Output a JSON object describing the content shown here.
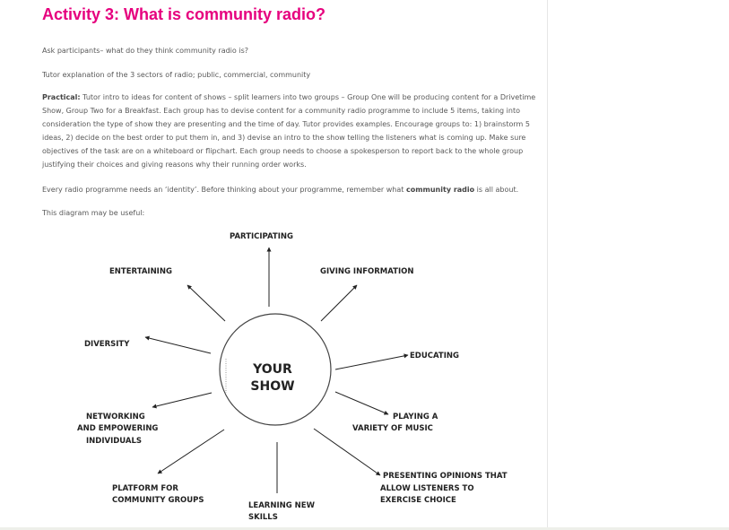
{
  "title": "Activity 3: What is community radio?",
  "p1": "Ask participants– what do they think community radio is?",
  "p2": "Tutor explanation of the 3 sectors of radio; public, commercial, community",
  "p3_label": "Practical:",
  "p3_text": " Tutor intro to ideas for content of shows – split learners into two groups – Group One will be producing content for a Drivetime Show, Group Two for a Breakfast. Each group has to devise content for a community radio programme to include 5 items, taking into consideration the type of show they are presenting and the time of day. Tutor provides examples.  Encourage groups to: 1) brainstorm 5 ideas, 2) decide on the best order to put them in, and 3) devise an intro to the show telling the listeners what is coming up.  Make sure objectives of the task are on a whiteboard or flipchart.  Each group needs to choose a spokesperson to report back to the whole group justifying their choices and giving reasons why their running order works.",
  "p4_a": "Every radio programme needs an ‘identity’.  Before thinking about your programme, remember what ",
  "p4_b": "community radio",
  "p4_c": " is all about.",
  "p5": "This diagram may be useful:",
  "diagram": {
    "center": [
      "YOUR",
      "SHOW"
    ],
    "participating": "PARTICIPATING",
    "giving_information": "GIVING INFORMATION",
    "entertaining": "ENTERTAINING",
    "diversity": "DIVERSITY",
    "educating": "EDUCATING",
    "networking": [
      "NETWORKING",
      "AND EMPOWERING",
      "INDIVIDUALS"
    ],
    "playing": [
      "PLAYING A",
      "VARIETY OF MUSIC"
    ],
    "platform": [
      "PLATFORM FOR",
      "COMMUNITY GROUPS"
    ],
    "learning": [
      "LEARNING NEW",
      "SKILLS"
    ],
    "opinions": [
      "PRESENTING OPINIONS THAT",
      "ALLOW LISTENERS TO",
      "EXERCISE CHOICE"
    ]
  },
  "colors": {
    "title": "#e6007e",
    "body_text": "#595959"
  }
}
